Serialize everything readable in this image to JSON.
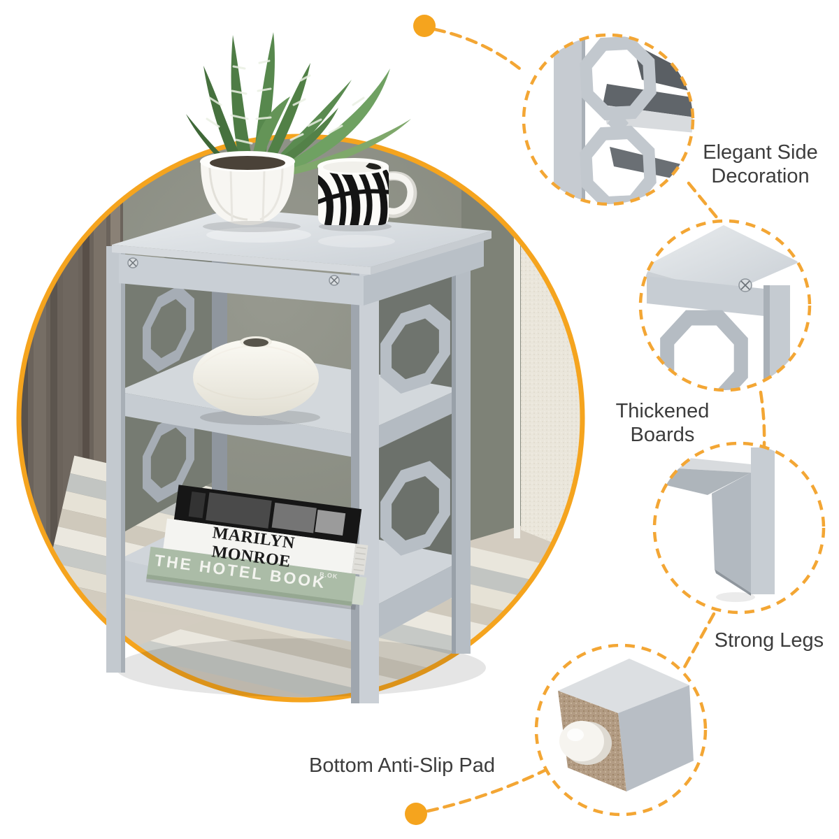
{
  "title": "Side table product feature infographic",
  "accent_color": "#F5A41E",
  "label_color": "#3C3C3C",
  "product": {
    "name": "3-tier gray side table with octagon lattice side panels",
    "finish_color": "#C6CBD1",
    "scene_items": [
      "striped haworthia plant in white pot",
      "zebra print mug",
      "white round vase",
      "stack of two books",
      "striped rug",
      "dark curtain",
      "olive wall"
    ]
  },
  "books": [
    {
      "title": "MARILYN MONROE"
    },
    {
      "title": "THE HOTEL BOOK",
      "spine_mark": "B.OK"
    }
  ],
  "callouts": [
    {
      "id": "side-decoration",
      "label": "Elegant Side\nDecoration"
    },
    {
      "id": "thickened-boards",
      "label": "Thickened\nBoards"
    },
    {
      "id": "strong-legs",
      "label": "Strong Legs"
    },
    {
      "id": "anti-slip-pad",
      "label": "Bottom Anti-Slip Pad"
    }
  ]
}
